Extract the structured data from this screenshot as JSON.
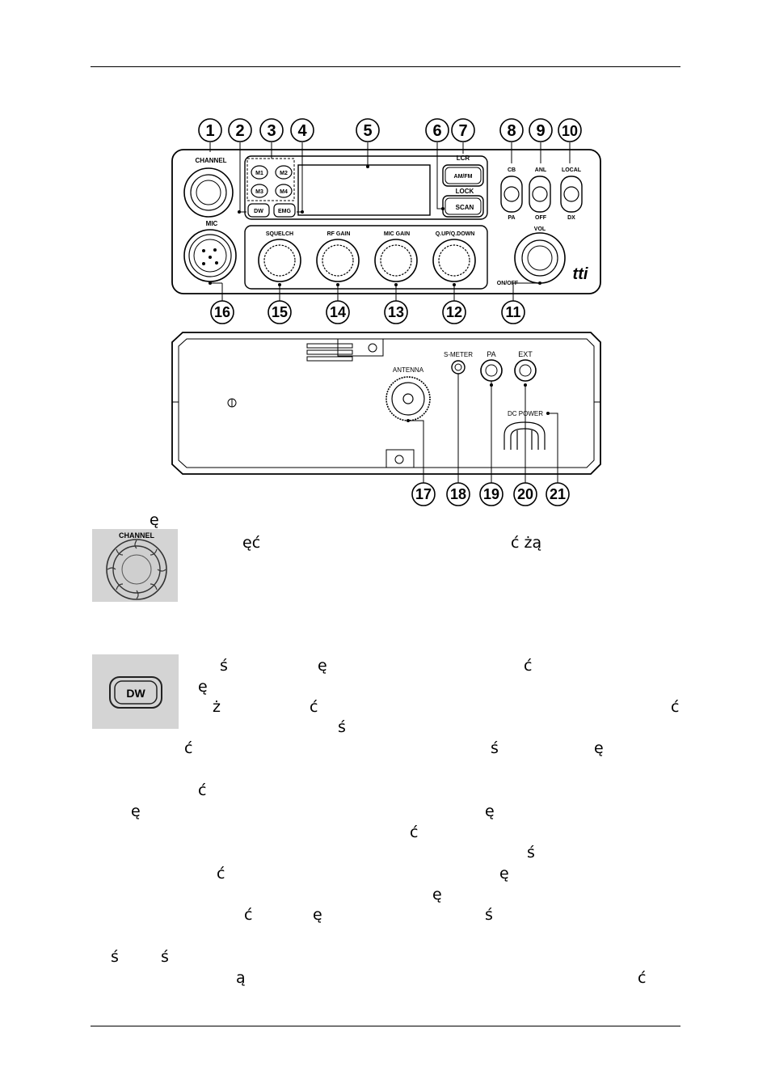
{
  "front_panel": {
    "callouts": [
      "1",
      "2",
      "3",
      "4",
      "5",
      "6",
      "7",
      "8",
      "9",
      "10",
      "11",
      "12",
      "13",
      "14",
      "15",
      "16"
    ],
    "labels": {
      "channel": "CHANNEL",
      "mic": "MIC",
      "lcr": "LCR",
      "lock": "LOCK",
      "am_fm": "AM/FM",
      "scan": "SCAN",
      "m1": "M1",
      "m2": "M2",
      "m3": "M3",
      "m4": "M4",
      "dw": "DW",
      "emg": "EMG",
      "cb": "CB",
      "pa_switch": "PA",
      "anl": "ANL",
      "off": "OFF",
      "local": "LOCAL",
      "dx": "DX",
      "squelch": "SQUELCH",
      "rf_gain": "RF GAIN",
      "mic_gain": "MIC GAIN",
      "q_up_down": "Q.UP/Q.DOWN",
      "vol": "VOL",
      "on_off": "ON/OFF",
      "brand": "tti"
    }
  },
  "rear_panel": {
    "callouts": [
      "17",
      "18",
      "19",
      "20",
      "21"
    ],
    "labels": {
      "antenna": "ANTENNA",
      "s_meter": "S-METER",
      "pa": "PA",
      "ext": "EXT",
      "dc_power": "DC POWER"
    }
  },
  "thumbnails": {
    "channel_label": "CHANNEL",
    "dw_label": "DW"
  },
  "text_fragments": [
    "ę",
    "ęć",
    "ć żą",
    "ś",
    "ę",
    "ć",
    "ę",
    "ż",
    "ć",
    "ć",
    "ś",
    "ć",
    "ś",
    "ę",
    "ć",
    "ę",
    "ę",
    "ć",
    "ś",
    "ć",
    "ę",
    "ę",
    "ć",
    "ę",
    "ś",
    "ś",
    "ś",
    "ą",
    "ć"
  ]
}
